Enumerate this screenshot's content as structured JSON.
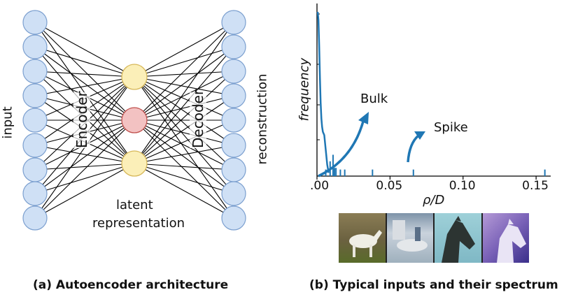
{
  "left_panel": {
    "input_label": "input",
    "output_label": "reconstruction",
    "encoder_label": "Encoder",
    "decoder_label": "Decoder",
    "latent_label_line1": "latent",
    "latent_label_line2": "representation",
    "caption": "(a) Autoencoder architecture",
    "colors": {
      "io_node_fill": "#cfe0f5",
      "io_node_stroke": "#7b9fcf",
      "latent_node_fill": "#fbefb8",
      "latent_node_stroke": "#d7b85a",
      "latent_mid_fill": "#f3c2c2",
      "latent_mid_stroke": "#c0504d"
    }
  },
  "right_panel": {
    "ylabel": "frequency",
    "xlabel": "ρ/D",
    "bulk_label": "Bulk",
    "spike_label": "Spike",
    "caption": "(b) Typical inputs and their spectrum",
    "colors": {
      "line": "#1f77b4"
    },
    "chart_data": {
      "type": "line",
      "xlabel": "ρ/D",
      "ylabel": "frequency",
      "xlim": [
        0.0,
        0.16
      ],
      "x_tick_labels": [
        ".00",
        "0.05",
        "0.10",
        "0.15"
      ],
      "x_ticks": [
        0.0,
        0.05,
        0.1,
        0.15
      ],
      "density_curve": {
        "x": [
          0.0005,
          0.001,
          0.0015,
          0.002,
          0.0025,
          0.003,
          0.0035,
          0.004,
          0.005,
          0.006,
          0.007,
          0.008
        ],
        "y": [
          1.0,
          0.95,
          0.8,
          0.6,
          0.45,
          0.35,
          0.3,
          0.27,
          0.25,
          0.16,
          0.07,
          0.02
        ]
      },
      "spikes": [
        0.006,
        0.009,
        0.011,
        0.012,
        0.013,
        0.016,
        0.019,
        0.038,
        0.066,
        0.156
      ],
      "spike_heights": [
        0.04,
        0.09,
        0.13,
        0.05,
        0.05,
        0.04,
        0.04,
        0.04,
        0.04,
        0.04
      ]
    }
  }
}
